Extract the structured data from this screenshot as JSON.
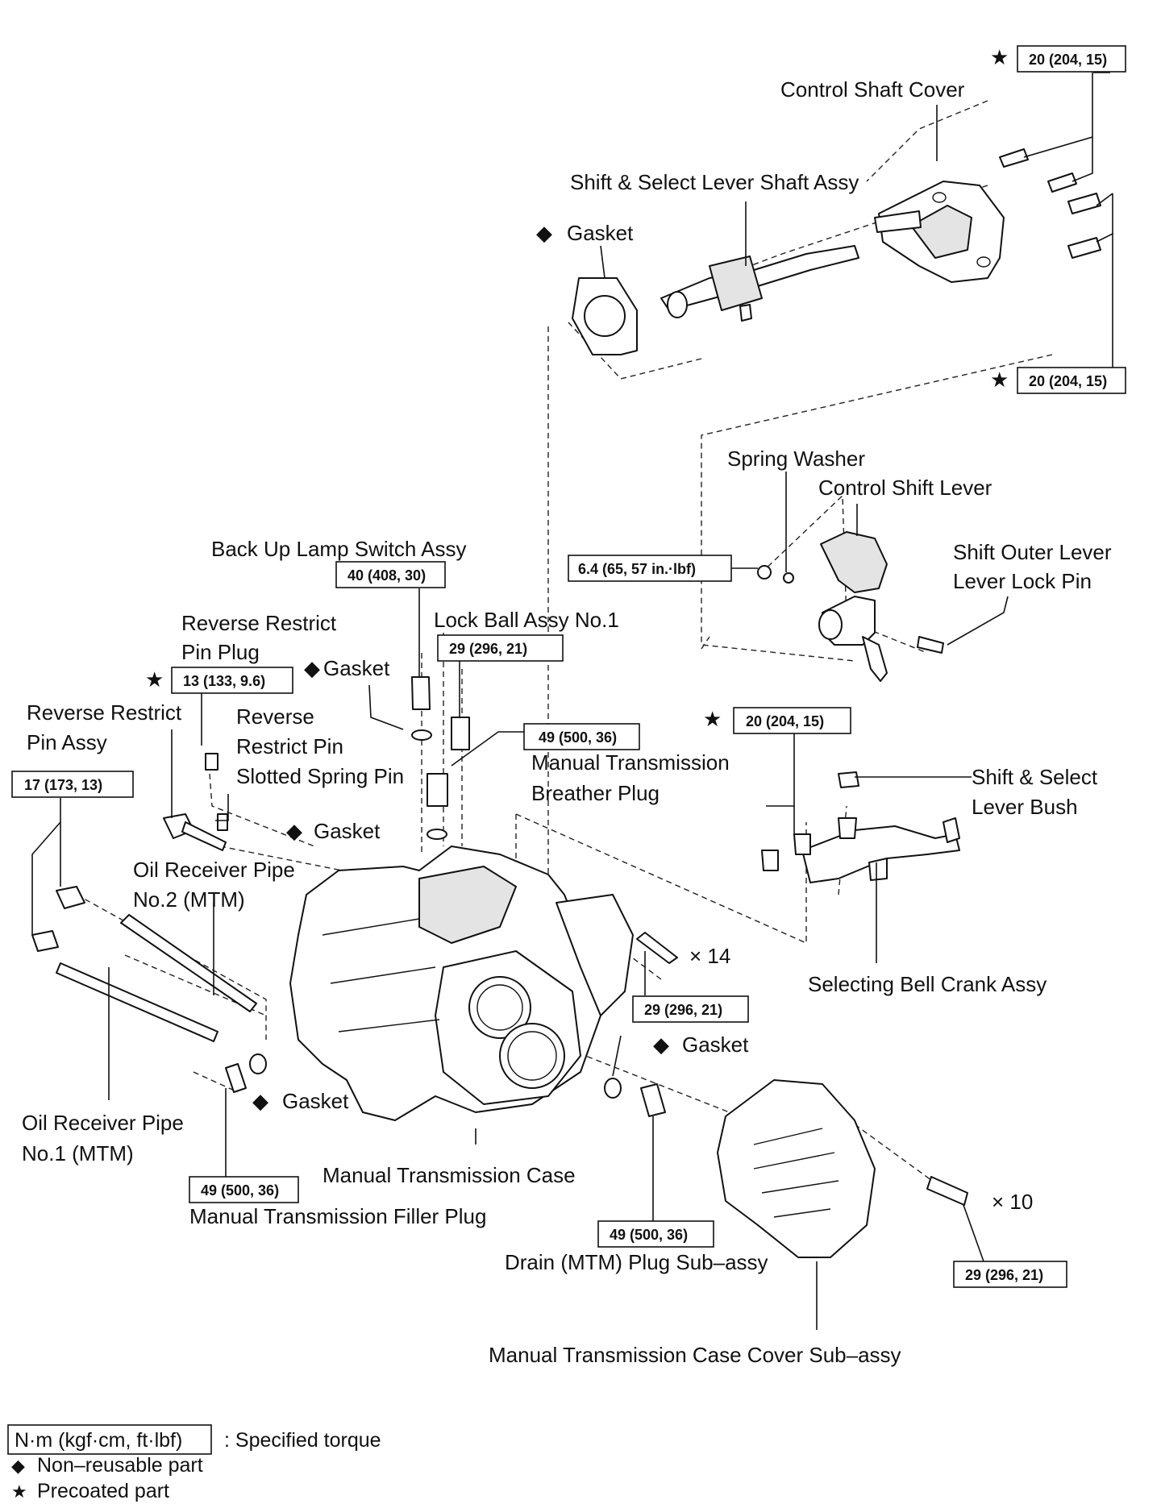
{
  "legend": {
    "torque_box": "N·m (kgf·cm, ft·lbf)",
    "torque_text": ": Specified torque",
    "nonreusable": "Non–reusable part",
    "precoated": "Precoated part",
    "diamond_symbol": "◆",
    "star_symbol": "★"
  },
  "labels": {
    "control_shaft_cover": "Control Shaft Cover",
    "shift_select_lever_shaft": "Shift & Select Lever Shaft Assy",
    "gasket_top": "Gasket",
    "spring_washer": "Spring Washer",
    "control_shift_lever": "Control Shift Lever",
    "shift_outer_lever_line1": "Shift Outer Lever",
    "shift_outer_lever_line2": "Lever Lock Pin",
    "back_up_lamp": "Back Up Lamp Switch Assy",
    "lock_ball": "Lock Ball Assy No.1",
    "rr_pin_plug_line1": "Reverse Restrict",
    "rr_pin_plug_line2": "Pin Plug",
    "gasket_mid": "Gasket",
    "rr_pin_assy_line1": "Reverse Restrict",
    "rr_pin_assy_line2": "Pin Assy",
    "rr_slotted_line1": "Reverse",
    "rr_slotted_line2": "Restrict Pin",
    "rr_slotted_line3": "Slotted Spring Pin",
    "breather_line1": "Manual  Transmission",
    "breather_line2": "Breather Plug",
    "gasket_breather": "Gasket",
    "shift_select_bush_line1": "Shift & Select",
    "shift_select_bush_line2": "Lever Bush",
    "oil_pipe2_line1": "Oil Receiver Pipe",
    "oil_pipe2_line2": "No.2 (MTM)",
    "bell_crank": "Selecting Bell Crank Assy",
    "gasket_right": "Gasket",
    "gasket_filler": "Gasket",
    "oil_pipe1_line1": "Oil Receiver Pipe",
    "oil_pipe1_line2": "No.1 (MTM)",
    "mt_case": "Manual Transmission Case",
    "filler_plug": "Manual Transmission Filler Plug",
    "drain_plug": "Drain (MTM) Plug Sub–assy",
    "case_cover": "Manual Transmission Case Cover Sub–assy",
    "qty14": "× 14",
    "qty10": "× 10"
  },
  "torques": {
    "t_cover_top": "20 (204, 15)",
    "t_cover_bottom": "20 (204, 15)",
    "t_shift_lever_nut": "6.4 (65, 57 in.·lbf)",
    "t_back_up_lamp": "40 (408, 30)",
    "t_lock_ball": "29 (296, 21)",
    "t_rr_pin_plug": "13 (133, 9.6)",
    "t_breather": "49 (500, 36)",
    "t_bell_crank": "20 (204, 15)",
    "t_rr_pin_assy": "17 (173, 13)",
    "t_case_bolts": "29 (296, 21)",
    "t_filler": "49 (500, 36)",
    "t_drain": "49 (500, 36)",
    "t_cover_bolts": "29 (296, 21)"
  }
}
